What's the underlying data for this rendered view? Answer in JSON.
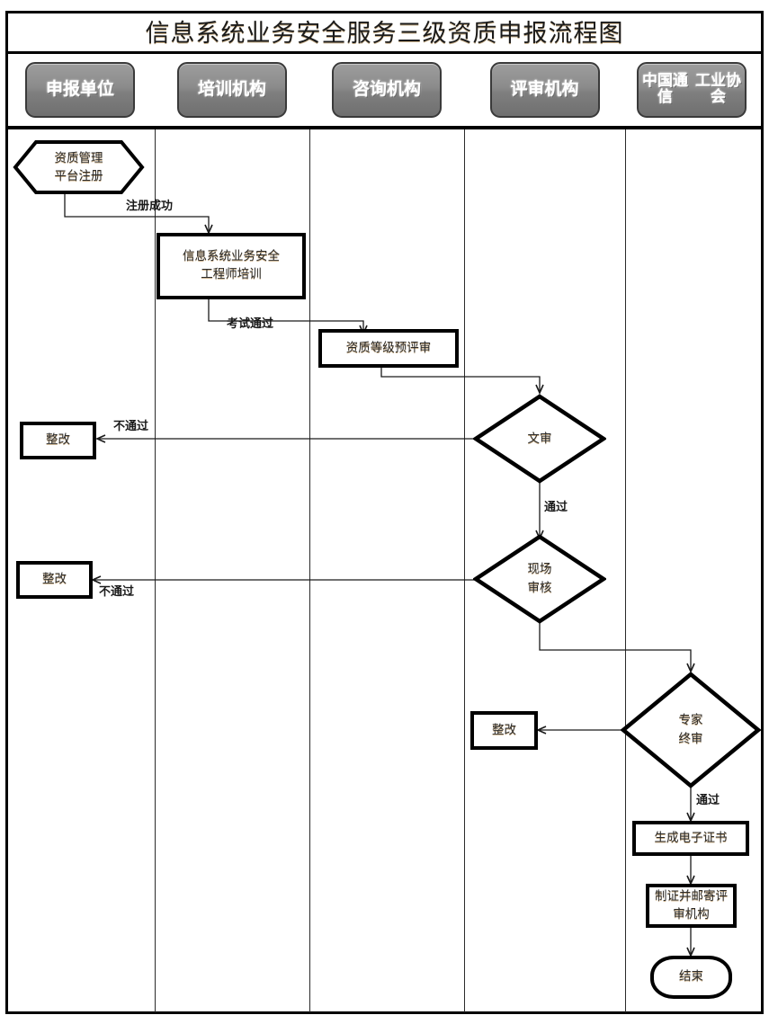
{
  "title": "信息系统业务安全服务三级资质申报流程图",
  "lanes": [
    {
      "id": "applicant",
      "label": "申报单位",
      "lines": [
        "申报单位"
      ]
    },
    {
      "id": "training",
      "label": "培训机构",
      "lines": [
        "培训机构"
      ]
    },
    {
      "id": "consulting",
      "label": "咨询机构",
      "lines": [
        "咨询机构"
      ]
    },
    {
      "id": "review",
      "label": "评审机构",
      "lines": [
        "评审机构"
      ]
    },
    {
      "id": "association",
      "label": "中国通信工业协会",
      "lines": [
        "中国通信",
        "工业协会"
      ]
    }
  ],
  "nodes": {
    "register": {
      "label": "资质管理\n平台注册",
      "type": "hexagon",
      "lane": "applicant"
    },
    "training": {
      "label": "信息系统业务安全\n工程师培训",
      "type": "process",
      "lane": "training"
    },
    "pregrade": {
      "label": "资质等级预评审",
      "type": "process",
      "lane": "consulting"
    },
    "doc_review": {
      "label": "文审",
      "type": "decision",
      "lane": "review"
    },
    "rework1": {
      "label": "整改",
      "type": "process",
      "lane": "applicant"
    },
    "onsite_review": {
      "label": "现场\n审核",
      "type": "decision",
      "lane": "review"
    },
    "rework2": {
      "label": "整改",
      "type": "process",
      "lane": "applicant"
    },
    "rework3": {
      "label": "整改",
      "type": "process",
      "lane": "review"
    },
    "expert_final": {
      "label": "专家\n终审",
      "type": "decision",
      "lane": "association"
    },
    "gen_cert": {
      "label": "生成电子证书",
      "type": "process",
      "lane": "association"
    },
    "mail_cert": {
      "label": "制证并邮寄评\n审机构",
      "type": "process",
      "lane": "association"
    },
    "end": {
      "label": "结束",
      "type": "terminator",
      "lane": "association"
    }
  },
  "edges": [
    {
      "id": "e1",
      "from": "register",
      "to": "training",
      "label": "注册成功"
    },
    {
      "id": "e2",
      "from": "training",
      "to": "pregrade",
      "label": "考试通过"
    },
    {
      "id": "e3",
      "from": "pregrade",
      "to": "doc_review",
      "label": ""
    },
    {
      "id": "e4",
      "from": "doc_review",
      "to": "rework1",
      "label": "不通过"
    },
    {
      "id": "e5",
      "from": "doc_review",
      "to": "onsite_review",
      "label": "通过"
    },
    {
      "id": "e6",
      "from": "onsite_review",
      "to": "rework2",
      "label": "不通过"
    },
    {
      "id": "e7",
      "from": "onsite_review",
      "to": "expert_final",
      "label": ""
    },
    {
      "id": "e8",
      "from": "expert_final",
      "to": "rework3",
      "label": ""
    },
    {
      "id": "e9",
      "from": "expert_final",
      "to": "gen_cert",
      "label": "通过"
    },
    {
      "id": "e10",
      "from": "gen_cert",
      "to": "mail_cert",
      "label": ""
    },
    {
      "id": "e11",
      "from": "mail_cert",
      "to": "end",
      "label": ""
    }
  ],
  "edge_labels": {
    "register_success": "注册成功",
    "exam_passed": "考试通过",
    "doc_fail": "不通过",
    "doc_pass": "通过",
    "onsite_fail": "不通过",
    "expert_pass": "通过"
  },
  "colors": {
    "line": "#000000",
    "lane_divider": "#2a2a2a",
    "lane_pill_top": "#9d9d9d",
    "lane_pill_bottom": "#6f6f6f",
    "shape_fill": "#ffffff",
    "text": "#2b2b2b"
  }
}
